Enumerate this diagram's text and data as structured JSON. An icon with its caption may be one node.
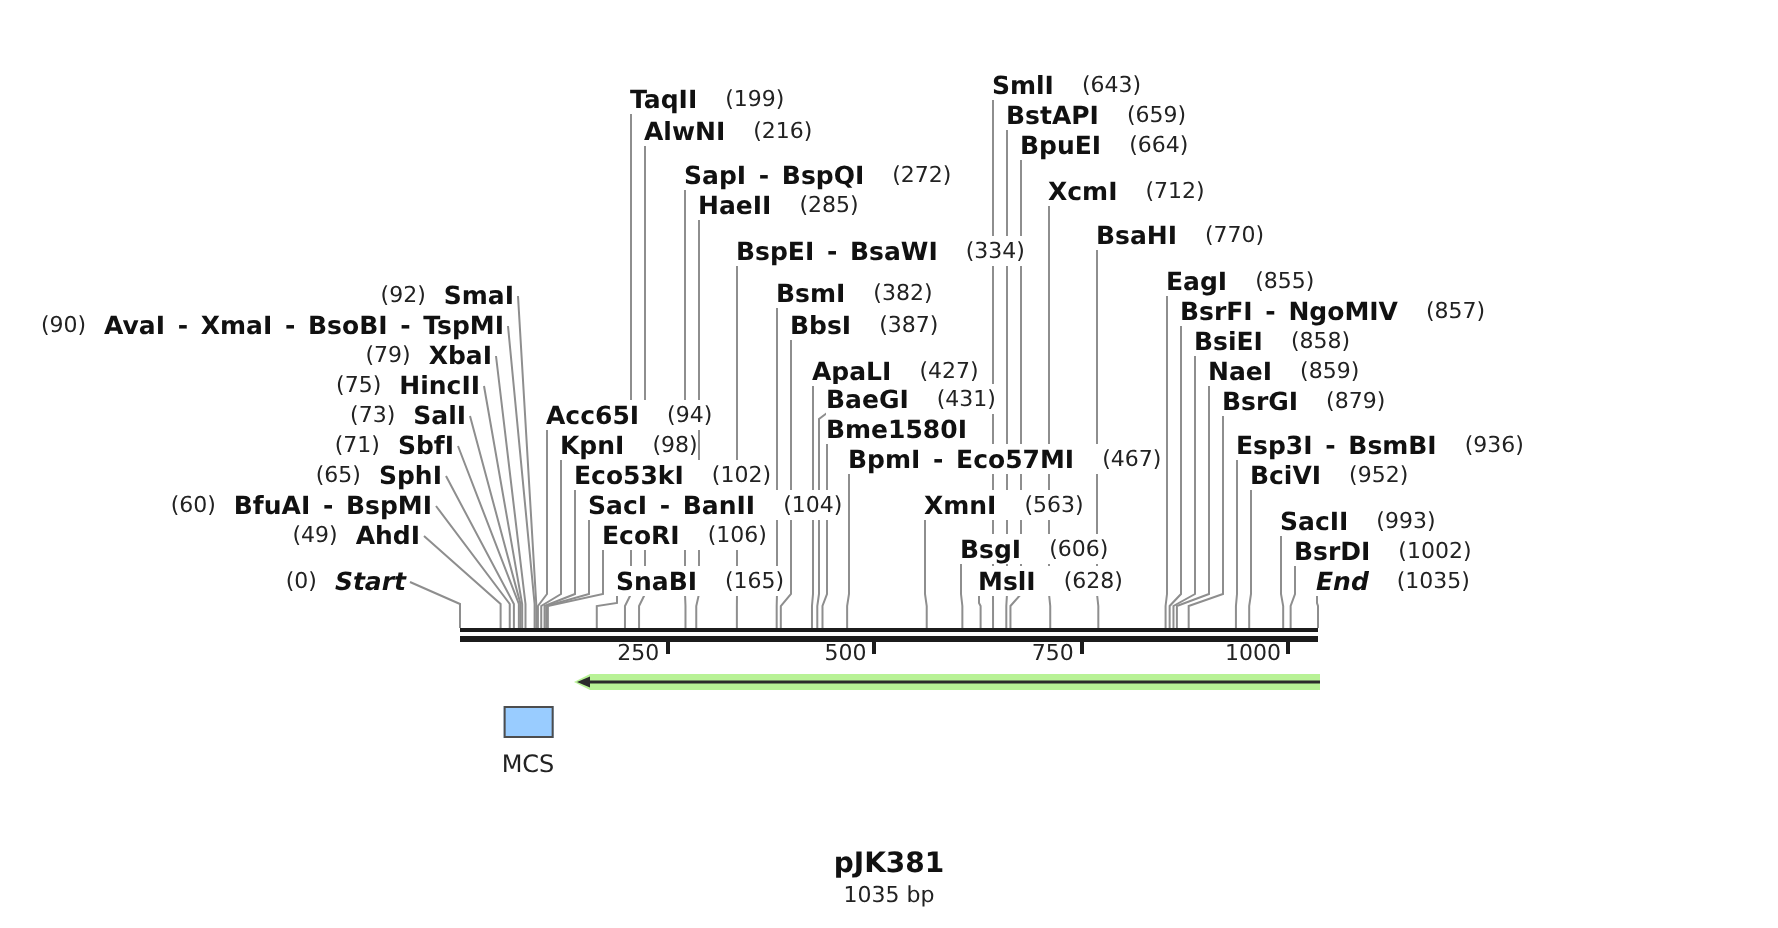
{
  "diagram": {
    "title": "pJK381",
    "nodes": [
      {
        "text": [
          "(0)",
          "Start"
        ]
      },
      {
        "text": [
          "(49)",
          "AhdI"
        ]
      },
      {
        "text": [
          "(60)",
          "BfuAI - BspMI"
        ]
      },
      {
        "text": [
          "(65)",
          "SphI"
        ]
      },
      {
        "text": [
          "(71)",
          "SbfI"
        ]
      },
      {
        "text": [
          "(73)",
          "SalI"
        ]
      },
      {
        "text": [
          "(75)",
          "HincII"
        ]
      },
      {
        "text": [
          "(79)",
          "XbaI"
        ]
      },
      {
        "text": [
          "(90)",
          "AvaI - XmaI - BsoBI - TspMI"
        ]
      },
      {
        "text": [
          "(92)",
          "SmaI"
        ]
      },
      {
        "text": [
          "Acc65I",
          "(94)"
        ]
      },
      {
        "text": [
          "KpnI",
          "(98)"
        ]
      },
      {
        "text": [
          "Eco53kI",
          "(102)"
        ]
      },
      {
        "text": [
          "SacI - BanII",
          "(104)"
        ]
      },
      {
        "text": [
          "EcoRI",
          "(106)"
        ]
      },
      {
        "text": [
          "SnaBI",
          "(165)"
        ]
      },
      {
        "text": [
          "TaqII",
          "(199)"
        ]
      },
      {
        "text": [
          "AlwNI",
          "(216)"
        ]
      },
      {
        "text": [
          "SapI - BspQI",
          "(272)"
        ]
      },
      {
        "text": [
          "HaeII",
          "(285)"
        ]
      },
      {
        "text": [
          "BspEI - BsaWI",
          "(334)"
        ]
      },
      {
        "text": [
          "BsmI",
          "(382)"
        ]
      },
      {
        "text": [
          "BbsI",
          "(387)"
        ]
      },
      {
        "text": [
          "ApaLI",
          "(427)"
        ]
      },
      {
        "text": [
          "BaeGI",
          "(431)"
        ]
      },
      {
        "text": [
          "Bme1580I"
        ]
      },
      {
        "text": [
          "BpmI - Eco57MI",
          "(467)"
        ]
      },
      {
        "text": [
          "XmnI",
          "(563)"
        ]
      },
      {
        "text": [
          "BsgI",
          "(606)"
        ]
      },
      {
        "text": [
          "MslI",
          "(628)"
        ]
      },
      {
        "text": [
          "SmlI",
          "(643)"
        ]
      },
      {
        "text": [
          "BstAPI",
          "(659)"
        ]
      },
      {
        "text": [
          "BpuEI",
          "(664)"
        ]
      },
      {
        "text": [
          "XcmI",
          "(712)"
        ]
      },
      {
        "text": [
          "BsaHI",
          "(770)"
        ]
      },
      {
        "text": [
          "EagI",
          "(855)"
        ]
      },
      {
        "text": [
          "BsrFI - NgoMIV",
          "(857)"
        ]
      },
      {
        "text": [
          "BsiEI",
          "(858)"
        ]
      },
      {
        "text": [
          "NaeI",
          "(859)"
        ]
      },
      {
        "text": [
          "BsrGI",
          "(879)"
        ]
      },
      {
        "text": [
          "Esp3I - BsmBI",
          "(936)"
        ]
      },
      {
        "text": [
          "BciVI",
          "(952)"
        ]
      },
      {
        "text": [
          "SacII",
          "(993)"
        ]
      },
      {
        "text": [
          "BsrDI",
          "(1002)"
        ]
      },
      {
        "text": [
          "End",
          "(1035)"
        ]
      },
      {
        "text": [],
        "shape": "bar"
      },
      {
        "text": [],
        "shape": "arrow"
      },
      {
        "text": [
          "MCS"
        ]
      }
    ],
    "edges": [
      {
        "from": 0,
        "to": 45,
        "arrow": "none"
      },
      {
        "from": 1,
        "to": 45,
        "arrow": "none"
      },
      {
        "from": 2,
        "to": 45,
        "arrow": "none"
      },
      {
        "from": 3,
        "to": 45,
        "arrow": "none"
      },
      {
        "from": 4,
        "to": 45,
        "arrow": "none"
      },
      {
        "from": 5,
        "to": 45,
        "arrow": "none"
      },
      {
        "from": 6,
        "to": 45,
        "arrow": "none"
      },
      {
        "from": 7,
        "to": 45,
        "arrow": "none"
      },
      {
        "from": 8,
        "to": 45,
        "arrow": "none"
      },
      {
        "from": 9,
        "to": 45,
        "arrow": "none"
      },
      {
        "from": 10,
        "to": 45,
        "arrow": "none"
      },
      {
        "from": 11,
        "to": 45,
        "arrow": "none"
      },
      {
        "from": 12,
        "to": 45,
        "arrow": "none"
      },
      {
        "from": 13,
        "to": 45,
        "arrow": "none"
      },
      {
        "from": 14,
        "to": 45,
        "arrow": "none"
      },
      {
        "from": 15,
        "to": 45,
        "arrow": "none"
      },
      {
        "from": 16,
        "to": 45,
        "arrow": "none"
      },
      {
        "from": 17,
        "to": 45,
        "arrow": "none"
      },
      {
        "from": 18,
        "to": 45,
        "arrow": "none"
      },
      {
        "from": 19,
        "to": 45,
        "arrow": "none"
      },
      {
        "from": 20,
        "to": 45,
        "arrow": "none"
      },
      {
        "from": 21,
        "to": 45,
        "arrow": "none"
      },
      {
        "from": 22,
        "to": 45,
        "arrow": "none"
      },
      {
        "from": 23,
        "to": 45,
        "arrow": "none"
      },
      {
        "from": 24,
        "to": 45,
        "arrow": "none"
      },
      {
        "from": 25,
        "to": 45,
        "arrow": "none"
      },
      {
        "from": 26,
        "to": 45,
        "arrow": "none"
      },
      {
        "from": 27,
        "to": 45,
        "arrow": "none"
      },
      {
        "from": 28,
        "to": 45,
        "arrow": "none"
      },
      {
        "from": 29,
        "to": 45,
        "arrow": "none"
      },
      {
        "from": 30,
        "to": 45,
        "arrow": "none"
      },
      {
        "from": 31,
        "to": 45,
        "arrow": "none"
      },
      {
        "from": 32,
        "to": 45,
        "arrow": "none"
      },
      {
        "from": 33,
        "to": 45,
        "arrow": "none"
      },
      {
        "from": 34,
        "to": 45,
        "arrow": "none"
      },
      {
        "from": 35,
        "to": 45,
        "arrow": "none"
      },
      {
        "from": 36,
        "to": 45,
        "arrow": "none"
      },
      {
        "from": 37,
        "to": 45,
        "arrow": "none"
      },
      {
        "from": 38,
        "to": 45,
        "arrow": "none"
      },
      {
        "from": 39,
        "to": 45,
        "arrow": "none"
      },
      {
        "from": 40,
        "to": 45,
        "arrow": "none"
      },
      {
        "from": 41,
        "to": 45,
        "arrow": "none"
      },
      {
        "from": 42,
        "to": 45,
        "arrow": "none"
      },
      {
        "from": 43,
        "to": 45,
        "arrow": "none"
      },
      {
        "from": 44,
        "to": 45,
        "arrow": "none"
      }
    ],
    "labels": [
      "250",
      "500",
      "750",
      "1000",
      "1035 bp"
    ]
  }
}
